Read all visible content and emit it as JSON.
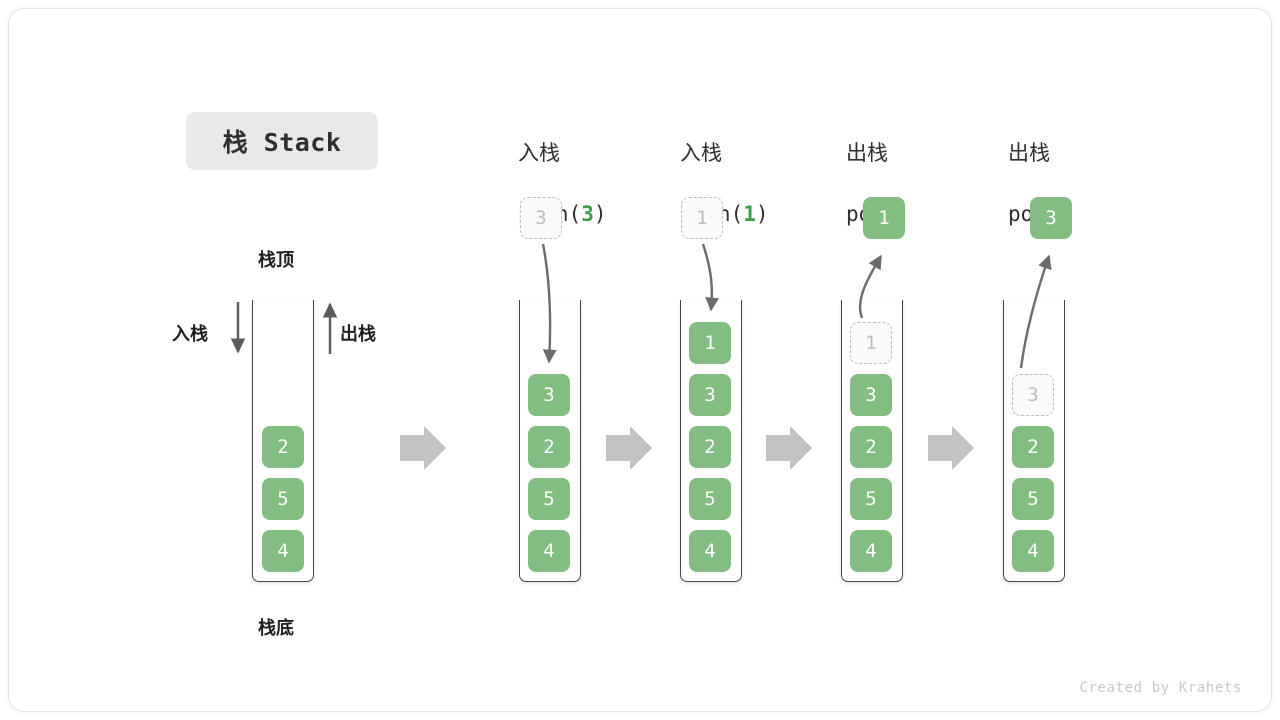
{
  "figure": {
    "title_pill": "栈 Stack",
    "credit": "Created by Krahets",
    "accent_green": "#83bd81",
    "ghost_gray": "#bdbdbd",
    "arrow_gray": "#c2c2c2",
    "line_dark": "#444444"
  },
  "labels": {
    "top": "栈顶",
    "bottom": "栈底",
    "push": "入栈",
    "pop": "出栈"
  },
  "columns": [
    {
      "id": "initial",
      "header_zh": "",
      "header_code": "",
      "cells": [
        "2",
        "5",
        "4"
      ]
    },
    {
      "id": "push-3",
      "header_zh": "入栈",
      "header_code_prefix": "push(",
      "header_code_arg": "3",
      "header_code_suffix": ")",
      "floating_cell": "3",
      "floating_ghost": true,
      "cells": [
        "3",
        "2",
        "5",
        "4"
      ]
    },
    {
      "id": "push-1",
      "header_zh": "入栈",
      "header_code_prefix": "push(",
      "header_code_arg": "1",
      "header_code_suffix": ")",
      "floating_cell": "1",
      "floating_ghost": true,
      "cells": [
        "1",
        "3",
        "2",
        "5",
        "4"
      ]
    },
    {
      "id": "pop-1",
      "header_zh": "出栈",
      "header_code_prefix": "pop(",
      "header_code_arg": "",
      "header_code_suffix": ")",
      "floating_cell": "1",
      "floating_ghost": false,
      "cells": [
        "1",
        "3",
        "2",
        "5",
        "4"
      ],
      "ghost_index": 0
    },
    {
      "id": "pop-3",
      "header_zh": "出栈",
      "header_code_prefix": "pop(",
      "header_code_arg": "",
      "header_code_suffix": ")",
      "floating_cell": "3",
      "floating_ghost": false,
      "cells": [
        "3",
        "2",
        "5",
        "4"
      ],
      "ghost_index": 0
    }
  ]
}
